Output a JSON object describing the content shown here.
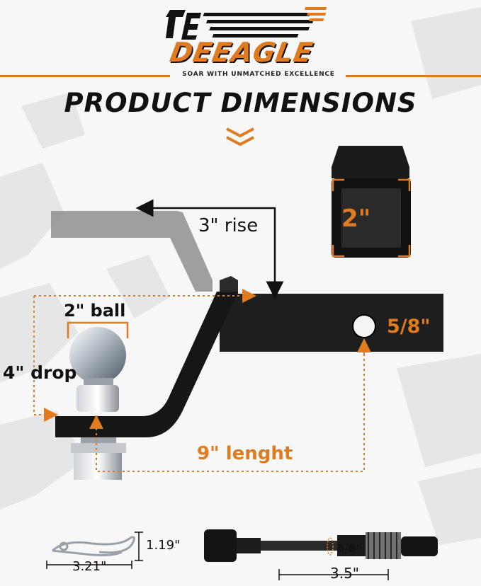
{
  "brand": {
    "name": "DEEAGLE",
    "tagline": "SOAR WITH UNMATCHED EXCELLENCE",
    "accent_color": "#e07b1f",
    "dark_color": "#111111",
    "logo_icon": "eagle-wing-logo"
  },
  "header": {
    "title": "PRODUCT DIMENSIONS",
    "divider_icon": "chevron-down-icon"
  },
  "dimensions": {
    "rise": "3\" rise",
    "receiver_size": "2\"",
    "hole_size": "5/8\"",
    "ball_size": "2\" ball",
    "drop": "4\" drop",
    "length": "9\" lenght"
  },
  "accessories": {
    "clip_height": "1.19\"",
    "clip_width": "3.21\"",
    "pin_diameter": "5/8\"",
    "pin_length": "3.5\""
  }
}
